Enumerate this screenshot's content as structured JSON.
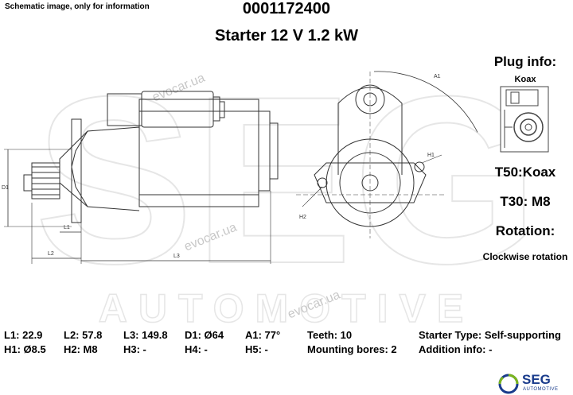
{
  "header": {
    "disclaimer": "Schematic image, only for information",
    "part_number": "0001172400",
    "title": "Starter 12 V 1.2 kW"
  },
  "watermark": {
    "brand_large": "SEG",
    "brand_sub": "AUTOMOTIVE",
    "site": "evocar.ua"
  },
  "plug_info": {
    "heading": "Plug info:",
    "type": "Koax"
  },
  "terminals": {
    "t50": "T50:Koax",
    "t30": "T30: M8"
  },
  "rotation": {
    "heading": "Rotation:",
    "value": "Clockwise rotation"
  },
  "drawing_labels": {
    "d1": "D1",
    "l1": "L1",
    "l2": "L2",
    "l3": "L3",
    "a1": "A1",
    "h1": "H1",
    "h2": "H2"
  },
  "specs": {
    "row1": [
      "L1: 22.9",
      "L2: 57.8",
      "L3: 149.8",
      "D1: Ø64",
      "A1: 77°",
      "Teeth: 10",
      "Starter Type:  Self-supporting"
    ],
    "row2": [
      "H1: Ø8.5",
      "H2: M8",
      "H3: -",
      "H4: -",
      "H5: -",
      "Mounting bores: 2",
      "Addition info: -"
    ]
  },
  "logo": {
    "name": "SEG",
    "sub": "AUTOMOTIVE"
  },
  "colors": {
    "logo_blue": "#1a3c8c",
    "logo_green": "#7ab51d",
    "watermark_gray": "#e6e6e6"
  }
}
